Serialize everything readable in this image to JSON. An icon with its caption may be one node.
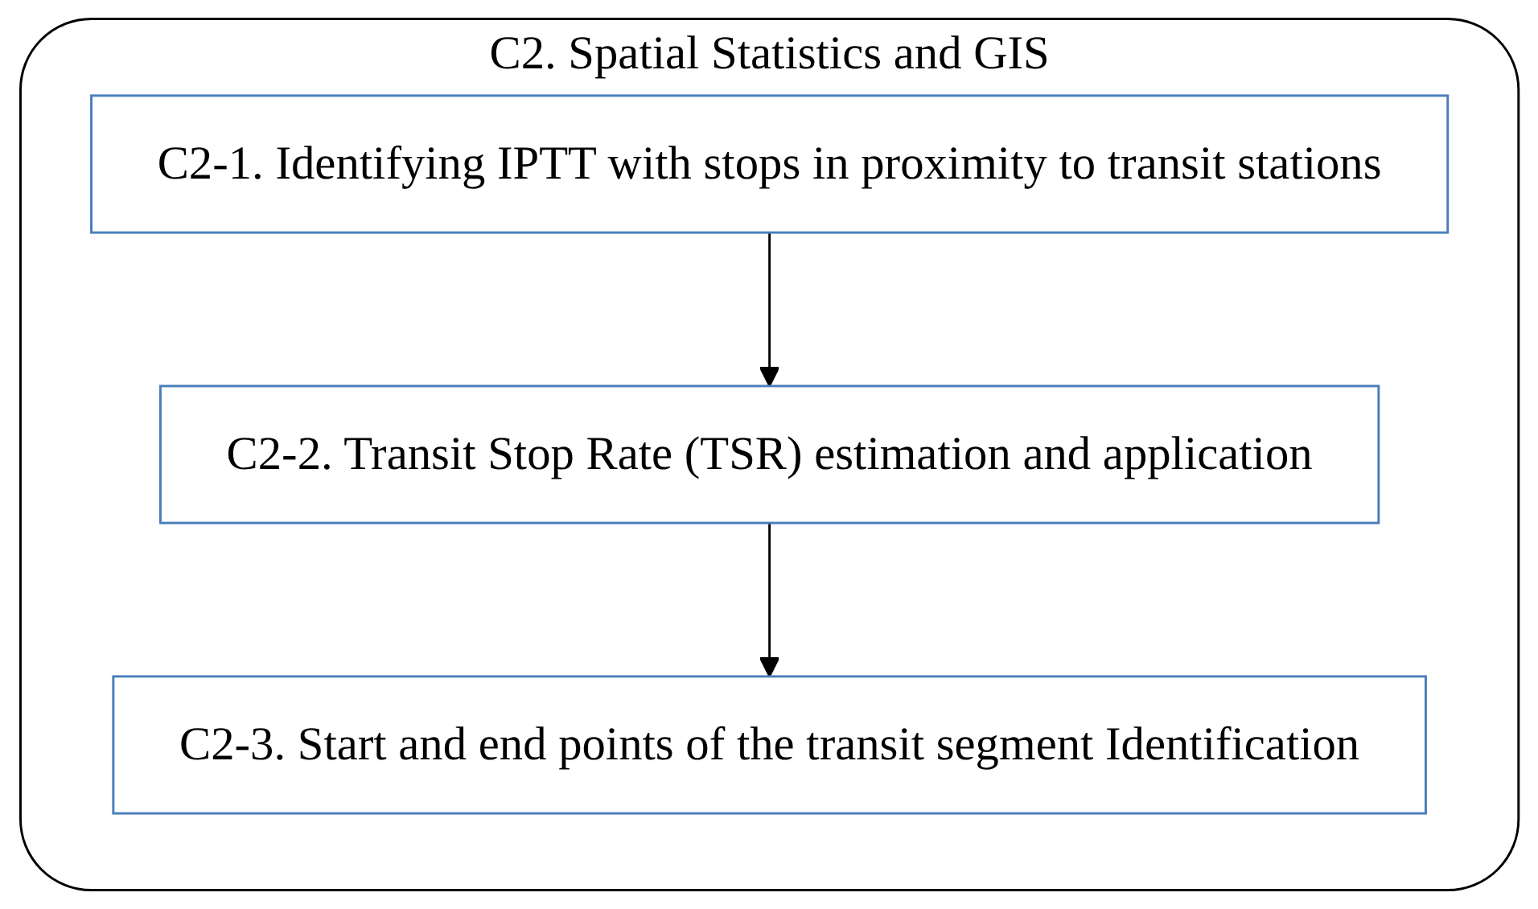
{
  "diagram": {
    "nodes": [
      {
        "text": [
          "C2. Spatial Statistics and GIS"
        ]
      },
      {
        "text": [
          "C2-1. Identifying IPTT with stops in proximity to transit stations"
        ],
        "in": 0
      },
      {
        "text": [
          "C2-2. Transit Stop Rate (TSR) estimation and application"
        ],
        "in": 0
      },
      {
        "text": [
          "C2-3. Start and end points of the transit segment Identification"
        ],
        "in": 0
      }
    ],
    "edges": [
      {
        "from": 1,
        "to": 2,
        "arrow": "to"
      },
      {
        "from": 2,
        "to": 3,
        "arrow": "to"
      }
    ]
  }
}
